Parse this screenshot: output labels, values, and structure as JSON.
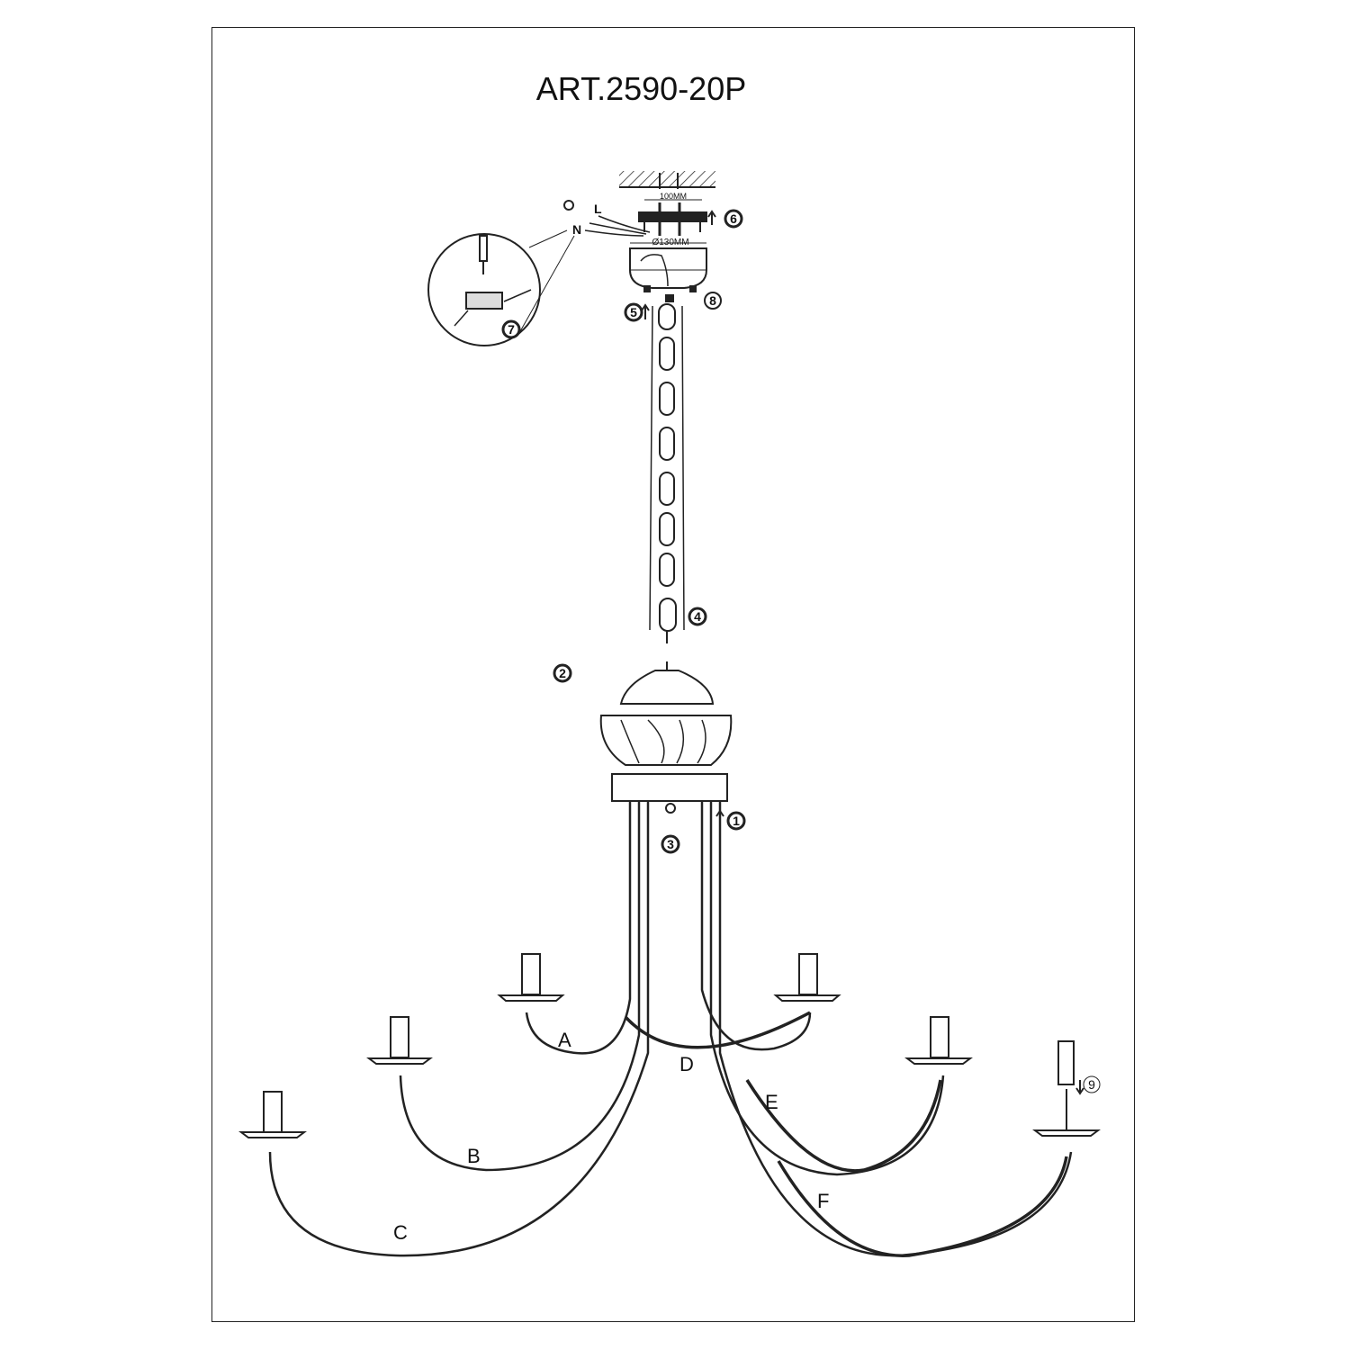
{
  "title": "ART.2590-20P",
  "dimensions": {
    "bracket_width": "100MM",
    "canopy_diameter": "Ø130MM"
  },
  "wire_labels": {
    "live": "L",
    "neutral": "N",
    "earth_icon": "ground-symbol"
  },
  "steps": [
    "1",
    "2",
    "3",
    "4",
    "5",
    "6",
    "7",
    "8",
    "9"
  ],
  "arms": [
    "A",
    "B",
    "C",
    "D",
    "E",
    "F"
  ],
  "colors": {
    "line": "#222222",
    "background": "#ffffff"
  }
}
